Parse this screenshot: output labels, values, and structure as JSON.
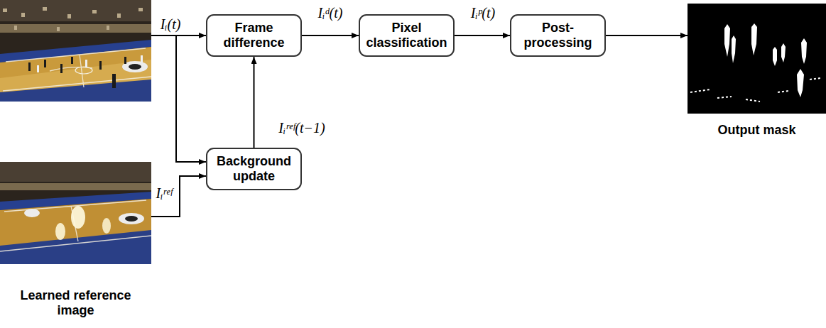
{
  "diagram": {
    "nodes": [
      {
        "text": [
          "Frame difference"
        ]
      },
      {
        "text": [
          "Pixel classification"
        ]
      },
      {
        "text": [
          "Post- processing"
        ]
      },
      {
        "text": [
          "Output mask"
        ]
      },
      {
        "text": [
          "Background update"
        ]
      },
      {
        "text": [
          "Learned reference image"
        ]
      }
    ],
    "edges": [
      {
        "from": 0,
        "to": 1,
        "arrow": "to",
        "label": "Iᵢᵈ(t)"
      },
      {
        "from": 1,
        "to": 2,
        "arrow": "to",
        "label": "Iᵢᵖ(t)"
      },
      {
        "from": 2,
        "to": 3,
        "arrow": "to"
      },
      {
        "from": 4,
        "to": 0,
        "arrow": "to",
        "label": "Iᵢʳᵉᶠ(t−1)"
      },
      {
        "from": 5,
        "to": 4,
        "arrow": "to",
        "label": "Iᵢʳᵉᶠ"
      }
    ],
    "labels": [
      "Iᵢ(t)"
    ]
  }
}
